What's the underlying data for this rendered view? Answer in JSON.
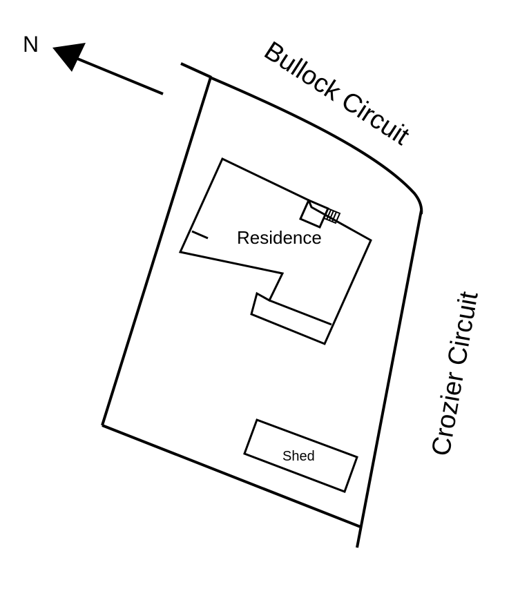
{
  "north": {
    "label": "N"
  },
  "streets": {
    "bullock": "Bullock Circuit",
    "crozier": "Crozier Circuit"
  },
  "buildings": {
    "residence": "Residence",
    "shed": "Shed"
  }
}
